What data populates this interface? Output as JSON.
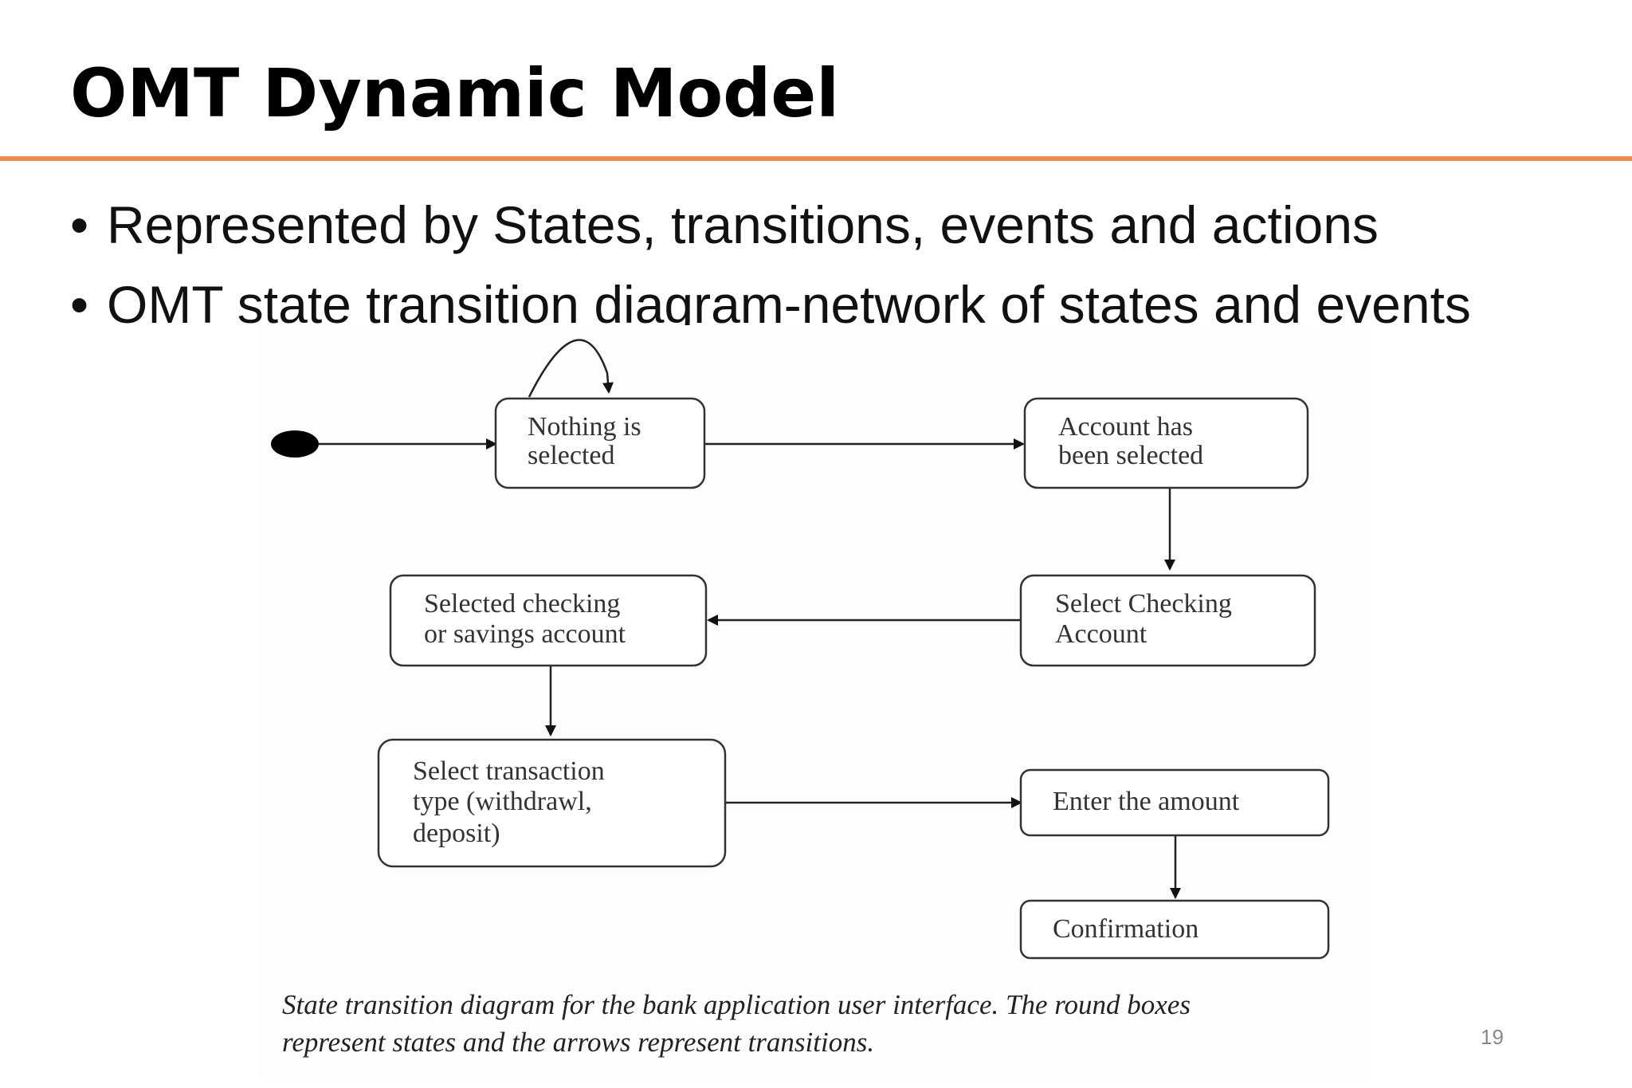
{
  "slide": {
    "title": "OMT Dynamic Model",
    "bullets": [
      "Represented by States, transitions, events and actions",
      "OMT state transition diagram-network of states and events"
    ],
    "page_number": "19",
    "accent_color": "#ec8d4f"
  },
  "diagram": {
    "states": {
      "nothing_selected": [
        "Nothing is",
        "selected"
      ],
      "account_selected": [
        "Account has",
        "been selected"
      ],
      "selected_checking_savings": [
        "Selected checking",
        "or savings account"
      ],
      "select_checking_account": [
        "Select Checking",
        "Account"
      ],
      "select_transaction_type": [
        "Select transaction",
        "type (withdrawl,",
        "deposit)"
      ],
      "enter_amount": [
        "Enter the amount"
      ],
      "confirmation": [
        "Confirmation"
      ]
    },
    "caption": [
      "State transition diagram for the bank application user interface. The round boxes",
      "represent states and the arrows represent transitions."
    ]
  }
}
